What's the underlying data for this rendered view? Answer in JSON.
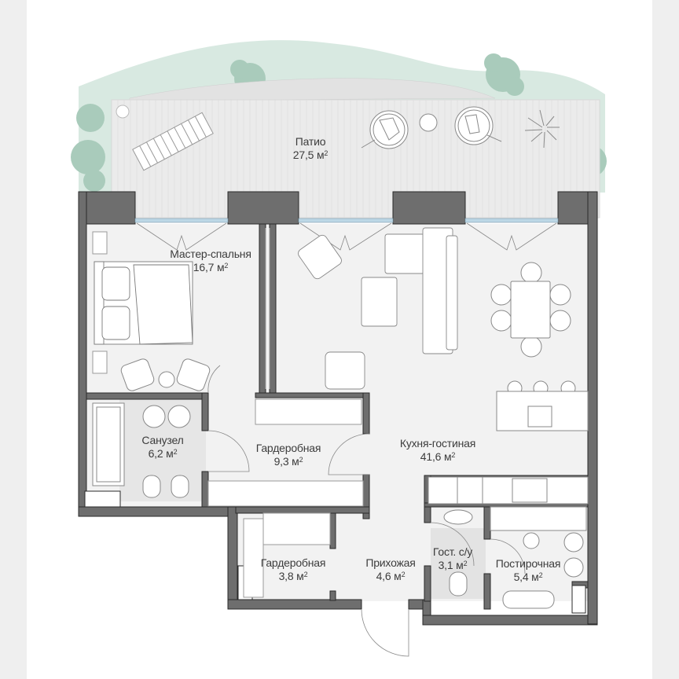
{
  "plan": {
    "title": "Floor plan",
    "unit": "м",
    "unit_sup": "2",
    "colors": {
      "page_bg": "#efefef",
      "card_bg": "#ffffff",
      "wall": "#6e6e6e",
      "wall_edge": "#2a2a2a",
      "floor": "#f1f1f1",
      "wet_floor": "#e4e4e4",
      "patio_deck": "#e9e9e9",
      "greenery": "#cfe3da",
      "tree": "#a9cbbb",
      "glass": "#bcd7e6",
      "label_text": "#3c3c3c"
    },
    "rooms": [
      {
        "id": "patio",
        "name": "Патио",
        "area": "27,5"
      },
      {
        "id": "master-bedroom",
        "name": "Мастер-спальня",
        "area": "16,7"
      },
      {
        "id": "bathroom",
        "name": "Санузел",
        "area": "6,2"
      },
      {
        "id": "walk-in-closet-large",
        "name": "Гардеробная",
        "area": "9,3"
      },
      {
        "id": "kitchen-living",
        "name": "Кухня-гостиная",
        "area": "41,6"
      },
      {
        "id": "walk-in-closet-small",
        "name": "Гардеробная",
        "area": "3,8"
      },
      {
        "id": "hallway",
        "name": "Прихожая",
        "area": "4,6"
      },
      {
        "id": "guest-wc",
        "name": "Гост. с/у",
        "area": "3,1"
      },
      {
        "id": "laundry",
        "name": "Постирочная",
        "area": "5,4"
      }
    ]
  }
}
